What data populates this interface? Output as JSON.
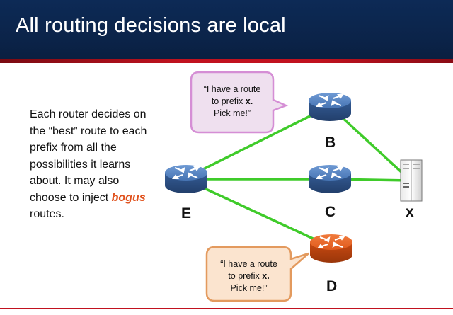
{
  "slide": {
    "title": "All routing decisions are local"
  },
  "body": {
    "text_before": "Each router decides on the “best” route to each prefix from all the possibilities it learns about. It may also choose to inject ",
    "emphasis": "bogus",
    "text_after": " routes."
  },
  "nodes": {
    "E": "E",
    "B": "B",
    "C": "C",
    "D": "D",
    "X": "x"
  },
  "bubble_b": {
    "line1": "“I have a route",
    "line2_prefix": "to prefix ",
    "prefix": "x.",
    "line3": "Pick me!”"
  },
  "bubble_d": {
    "line1": "“I have a route",
    "line2_prefix": "to prefix ",
    "prefix": "x.",
    "line3": "Pick me!”"
  },
  "colors": {
    "header": "#0b2348",
    "accent_red": "#c1121f",
    "link_green": "#3fcb2a",
    "router_blue": "#3c6aa8",
    "router_orange": "#e05a1c",
    "bubble_pink_fill": "#efe0ef",
    "bubble_pink_border": "#d58ed5",
    "bubble_orange_fill": "#fbe4cf",
    "bubble_orange_border": "#e39a5e"
  },
  "icons": {
    "router": "router-icon",
    "server": "server-icon"
  }
}
